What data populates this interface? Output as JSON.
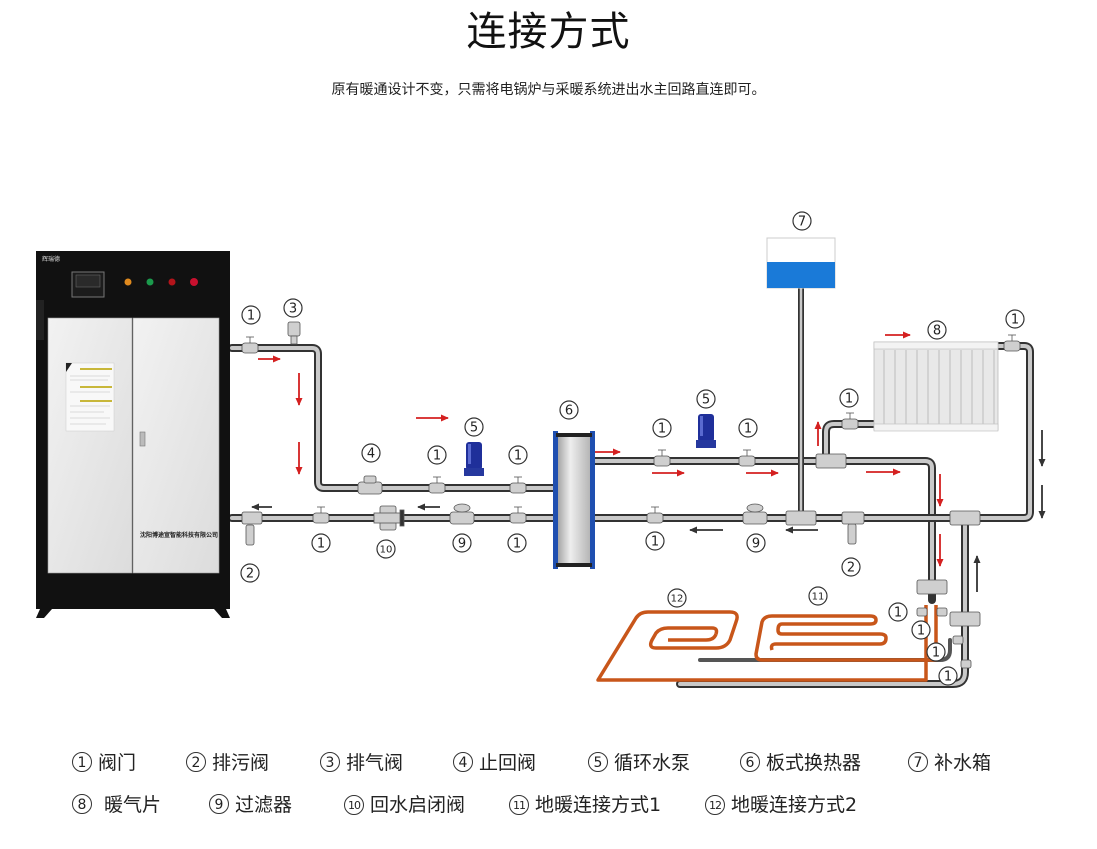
{
  "header": {
    "title": "连接方式",
    "subtitle": "原有暖通设计不变，只需将电锅炉与采暖系统进出水主回路直连即可。"
  },
  "boiler": {
    "brand_mark": "辉瑞德",
    "company_label": "沈阳博途宣智能科技有限公司",
    "indicator_lights": [
      "#e08a1e",
      "#1b9a4c",
      "#b3141b",
      "#c8102e"
    ]
  },
  "diagram": {
    "callouts": [
      {
        "id": "c1a",
        "num": "1"
      },
      {
        "id": "c3",
        "num": "3"
      },
      {
        "id": "c4",
        "num": "4"
      },
      {
        "id": "c1b",
        "num": "1"
      },
      {
        "id": "c5a",
        "num": "5"
      },
      {
        "id": "c1c",
        "num": "1"
      },
      {
        "id": "c6",
        "num": "6"
      },
      {
        "id": "c1d",
        "num": "1"
      },
      {
        "id": "c5b",
        "num": "5"
      },
      {
        "id": "c1e",
        "num": "1"
      },
      {
        "id": "c7",
        "num": "7"
      },
      {
        "id": "c1f",
        "num": "1"
      },
      {
        "id": "c8",
        "num": "8"
      },
      {
        "id": "c1g",
        "num": "1"
      },
      {
        "id": "c1h",
        "num": "1"
      },
      {
        "id": "c10",
        "num": "10"
      },
      {
        "id": "c9a",
        "num": "9"
      },
      {
        "id": "c1i",
        "num": "1"
      },
      {
        "id": "c1j",
        "num": "1"
      },
      {
        "id": "c9b",
        "num": "9"
      },
      {
        "id": "c2a",
        "num": "2"
      },
      {
        "id": "c2b",
        "num": "2"
      },
      {
        "id": "c12",
        "num": "12"
      },
      {
        "id": "c11",
        "num": "11"
      },
      {
        "id": "c1k",
        "num": "1"
      },
      {
        "id": "c1l",
        "num": "1"
      },
      {
        "id": "c1m",
        "num": "1"
      },
      {
        "id": "c1n",
        "num": "1"
      }
    ],
    "colors": {
      "pipe": "#5a5a5a",
      "flow_arrow_supply": "#d42020",
      "flow_arrow_return": "#333333",
      "floor_heating_pipe": "#c8561a",
      "pump": "#1f2f9a",
      "heat_exchanger_frame": "#1f4fb0",
      "tank_water": "#1a7ad8"
    }
  },
  "legend": {
    "row1": [
      {
        "num": "1",
        "label": "阀门"
      },
      {
        "num": "2",
        "label": "排污阀"
      },
      {
        "num": "3",
        "label": "排气阀"
      },
      {
        "num": "4",
        "label": "止回阀"
      },
      {
        "num": "5",
        "label": "循环水泵"
      },
      {
        "num": "6",
        "label": "板式换热器"
      },
      {
        "num": "7",
        "label": "补水箱"
      }
    ],
    "row2": [
      {
        "num": "8",
        "label": "暖气片"
      },
      {
        "num": "9",
        "label": "过滤器"
      },
      {
        "num": "10",
        "label": "回水启闭阀"
      },
      {
        "num": "11",
        "label": "地暖连接方式1"
      },
      {
        "num": "12",
        "label": "地暖连接方式2"
      }
    ]
  }
}
